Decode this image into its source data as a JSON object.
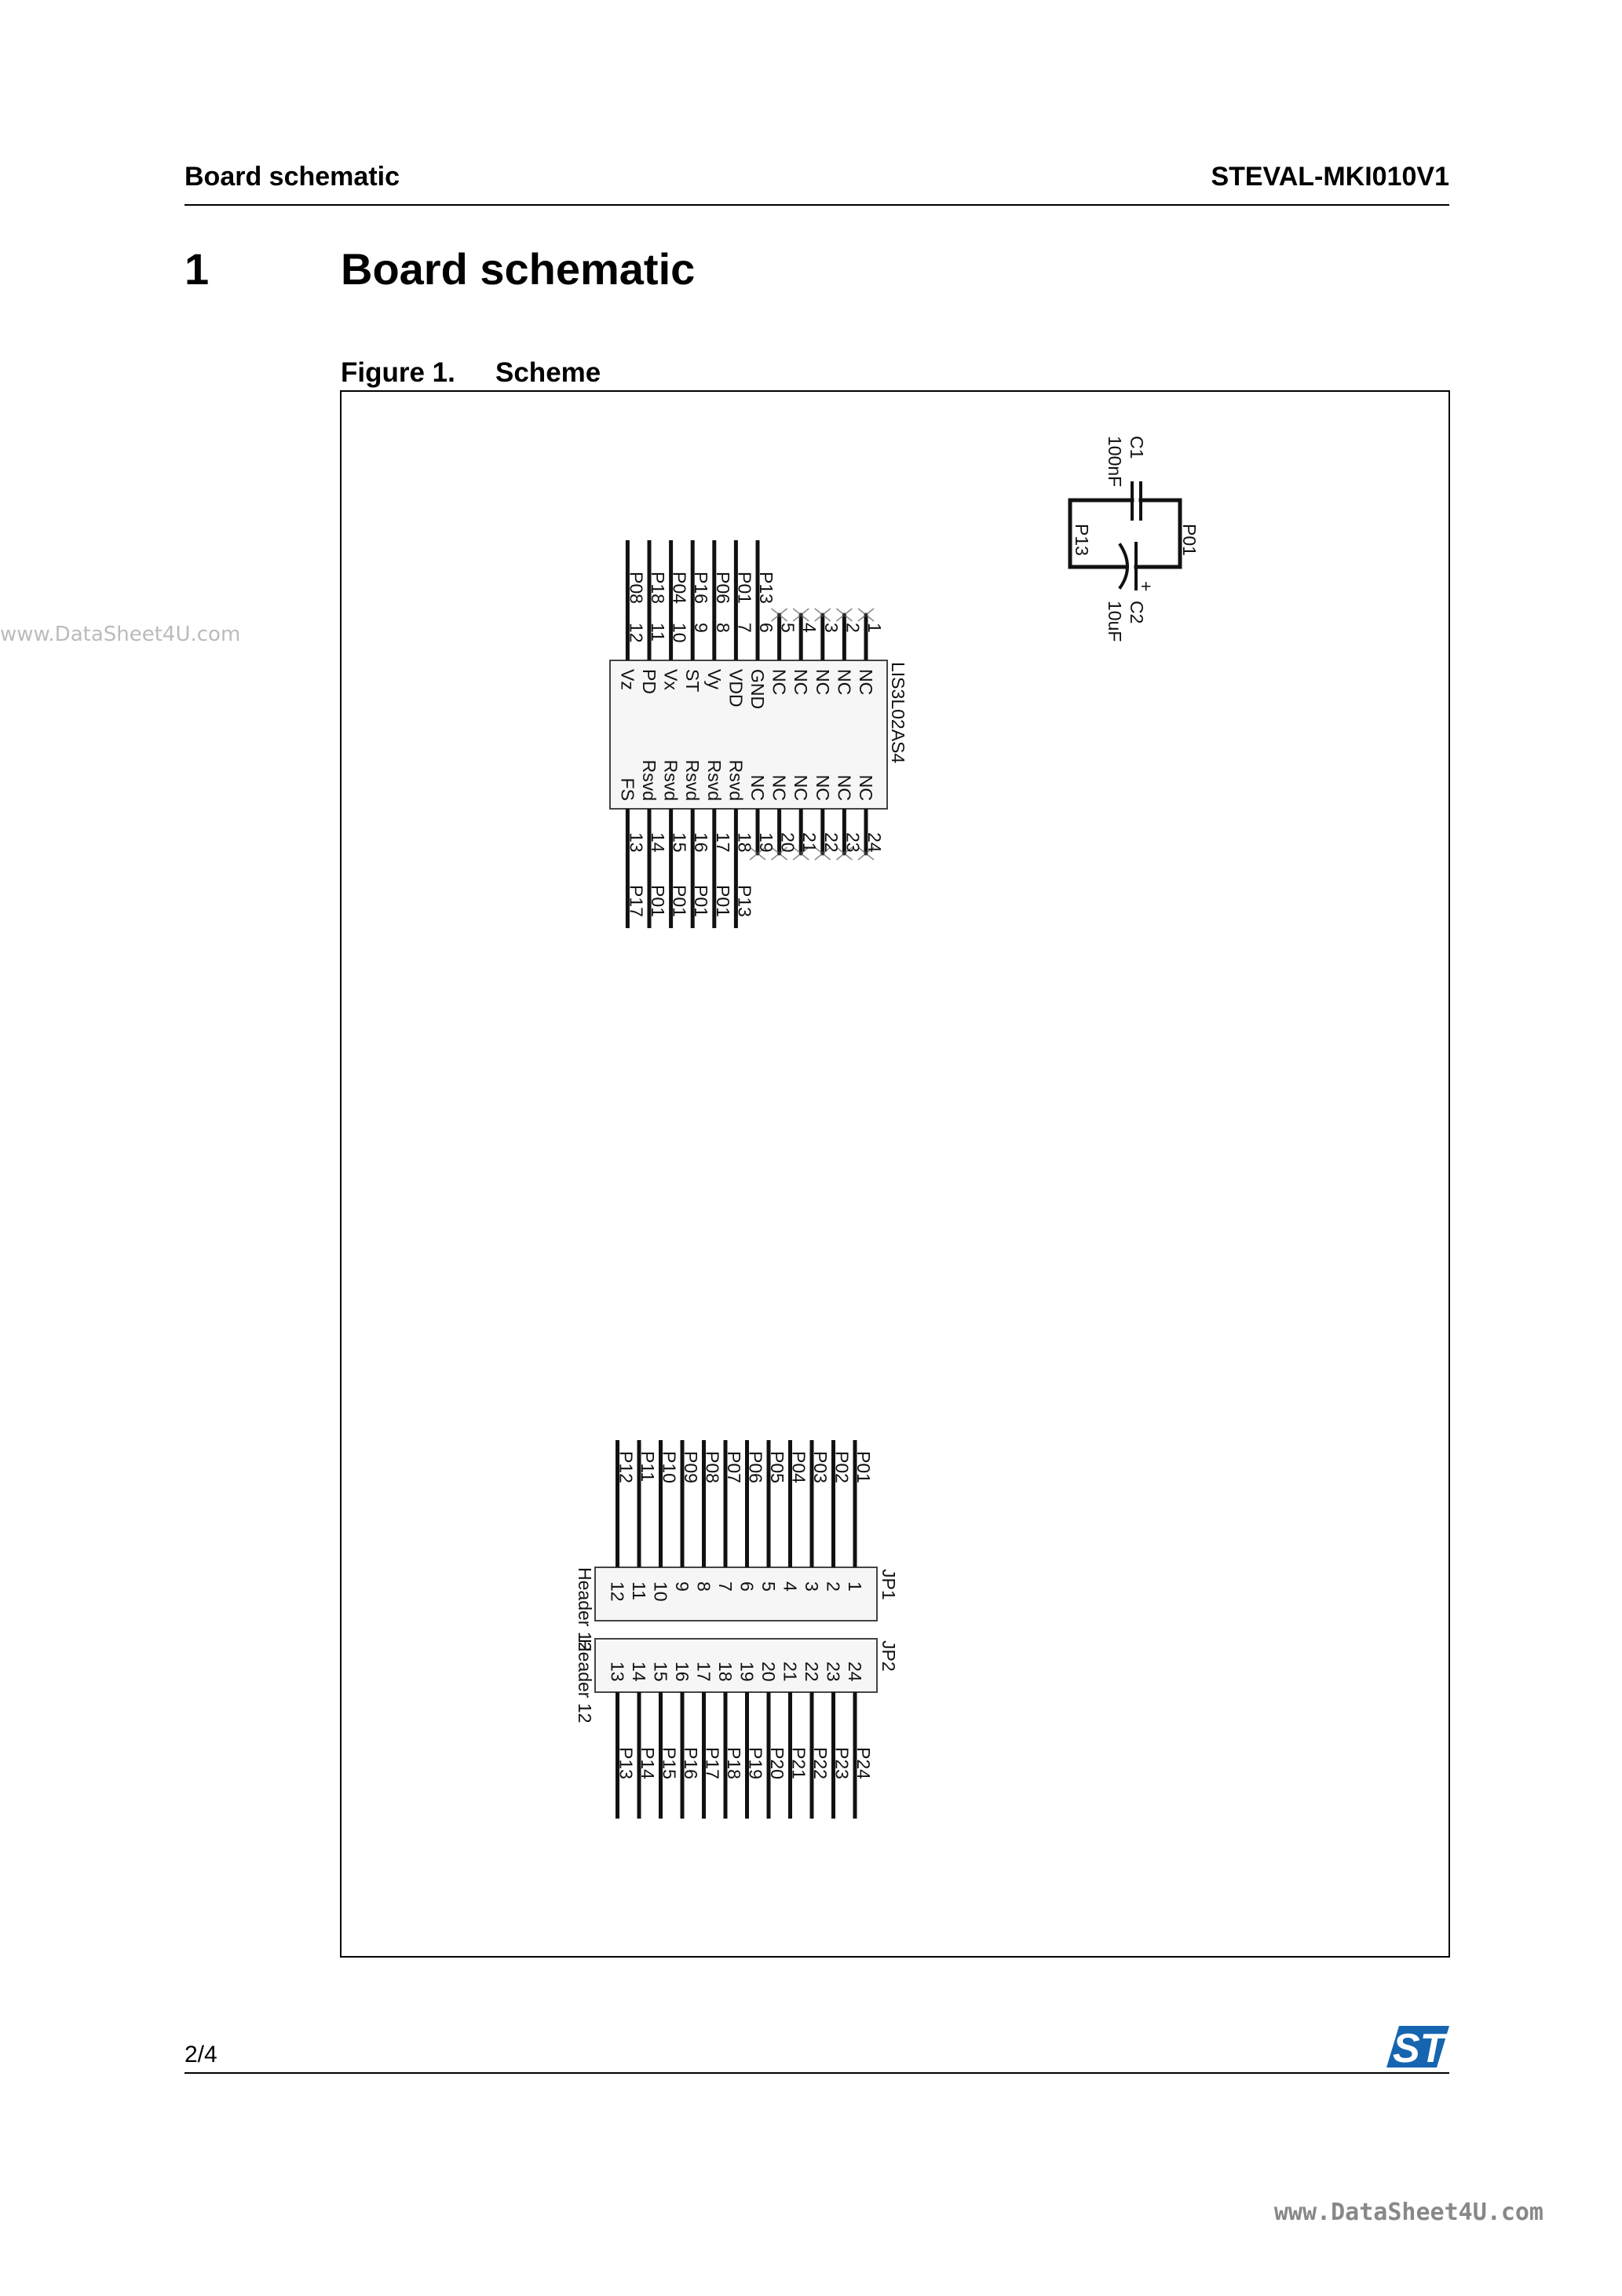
{
  "header": {
    "left": "Board schematic",
    "right": "STEVAL-MKI010V1"
  },
  "section": {
    "number": "1",
    "title": "Board schematic"
  },
  "figure": {
    "label": "Figure 1.",
    "title": "Scheme"
  },
  "footer": {
    "page": "2/4",
    "logo": "ST"
  },
  "watermarks": {
    "left": "www.DataSheet4U.com",
    "bottom": "www.DataSheet4U.com"
  },
  "capacitors": {
    "c1": {
      "ref": "C1",
      "value": "100nF"
    },
    "c2": {
      "ref": "C2",
      "value": "10uF",
      "polarity": "+"
    },
    "net_left": "P13",
    "net_right": "P01"
  },
  "chip": {
    "name": "LIS3L02AS4",
    "top_pins": [
      {
        "num": "1",
        "name": "NC",
        "net": ""
      },
      {
        "num": "2",
        "name": "NC",
        "net": ""
      },
      {
        "num": "3",
        "name": "NC",
        "net": ""
      },
      {
        "num": "4",
        "name": "NC",
        "net": ""
      },
      {
        "num": "5",
        "name": "NC",
        "net": ""
      },
      {
        "num": "6",
        "name": "GND",
        "net": "P13"
      },
      {
        "num": "7",
        "name": "VDD",
        "net": "P01"
      },
      {
        "num": "8",
        "name": "Vy",
        "net": "P06"
      },
      {
        "num": "9",
        "name": "ST",
        "net": "P16"
      },
      {
        "num": "10",
        "name": "Vx",
        "net": "P04"
      },
      {
        "num": "11",
        "name": "PD",
        "net": "P18"
      },
      {
        "num": "12",
        "name": "Vz",
        "net": "P08"
      }
    ],
    "bottom_pins": [
      {
        "num": "24",
        "name": "NC",
        "net": ""
      },
      {
        "num": "23",
        "name": "NC",
        "net": ""
      },
      {
        "num": "22",
        "name": "NC",
        "net": ""
      },
      {
        "num": "21",
        "name": "NC",
        "net": ""
      },
      {
        "num": "20",
        "name": "NC",
        "net": ""
      },
      {
        "num": "19",
        "name": "NC",
        "net": ""
      },
      {
        "num": "18",
        "name": "Rsvd",
        "net": "P13"
      },
      {
        "num": "17",
        "name": "Rsvd",
        "net": "P01"
      },
      {
        "num": "16",
        "name": "Rsvd",
        "net": "P01"
      },
      {
        "num": "15",
        "name": "Rsvd",
        "net": "P01"
      },
      {
        "num": "14",
        "name": "Rsvd",
        "net": "P01"
      },
      {
        "num": "13",
        "name": "FS",
        "net": "P17"
      }
    ]
  },
  "headers": {
    "jp1": {
      "ref": "JP1",
      "type": "Header 12",
      "pins": [
        {
          "num": "1",
          "net": "P01"
        },
        {
          "num": "2",
          "net": "P02"
        },
        {
          "num": "3",
          "net": "P03"
        },
        {
          "num": "4",
          "net": "P04"
        },
        {
          "num": "5",
          "net": "P05"
        },
        {
          "num": "6",
          "net": "P06"
        },
        {
          "num": "7",
          "net": "P07"
        },
        {
          "num": "8",
          "net": "P08"
        },
        {
          "num": "9",
          "net": "P09"
        },
        {
          "num": "10",
          "net": "P10"
        },
        {
          "num": "11",
          "net": "P11"
        },
        {
          "num": "12",
          "net": "P12"
        }
      ]
    },
    "jp2": {
      "ref": "JP2",
      "type": "Header 12",
      "pins": [
        {
          "num": "24",
          "net": "P24"
        },
        {
          "num": "23",
          "net": "P23"
        },
        {
          "num": "22",
          "net": "P22"
        },
        {
          "num": "21",
          "net": "P21"
        },
        {
          "num": "20",
          "net": "P20"
        },
        {
          "num": "19",
          "net": "P19"
        },
        {
          "num": "18",
          "net": "P18"
        },
        {
          "num": "17",
          "net": "P17"
        },
        {
          "num": "16",
          "net": "P16"
        },
        {
          "num": "15",
          "net": "P15"
        },
        {
          "num": "14",
          "net": "P14"
        },
        {
          "num": "13",
          "net": "P13"
        }
      ]
    }
  },
  "colors": {
    "st_blue": "#1565b0",
    "component_fill": "#f6f6f6"
  }
}
